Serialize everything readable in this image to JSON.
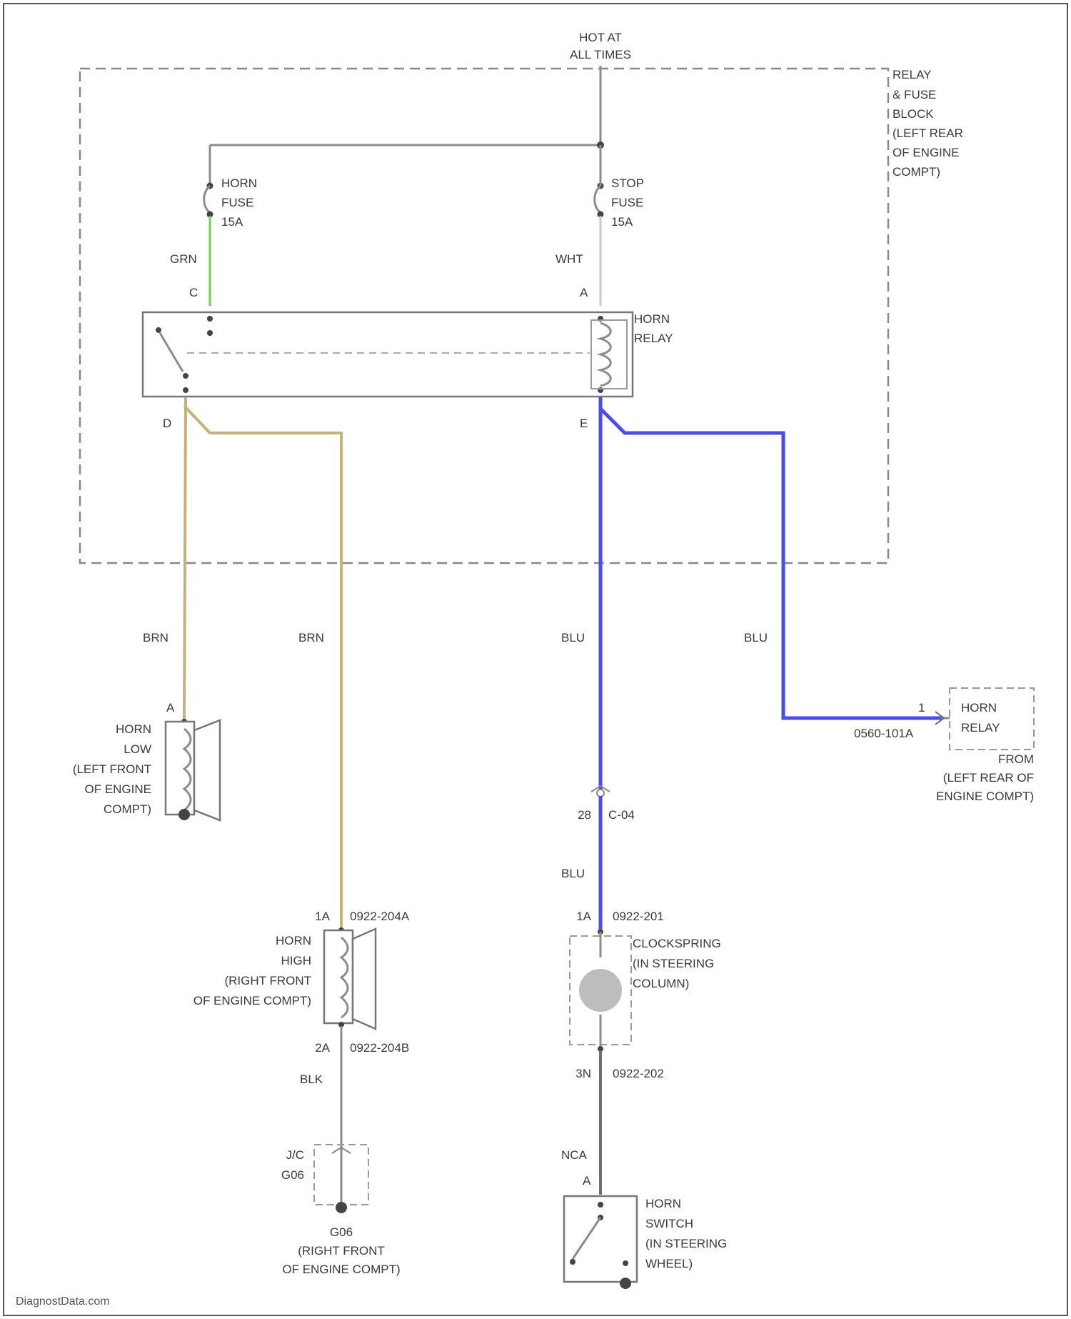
{
  "colors": {
    "grn": "#6fcf4a",
    "brn": "#c8b07a",
    "blu": "#4b4bf2",
    "blk": "#8c8c8c",
    "wht": "#cfcfcf"
  },
  "power": {
    "line1": "HOT AT",
    "line2": "ALL TIMES"
  },
  "relay_fuse_block": [
    "RELAY",
    "& FUSE",
    "BLOCK",
    "(LEFT REAR",
    "OF ENGINE",
    "COMPT)"
  ],
  "horn_fuse": [
    "HORN",
    "FUSE",
    "15A"
  ],
  "stop_fuse": [
    "STOP",
    "FUSE",
    "15A"
  ],
  "horn_relay": [
    "HORN",
    "RELAY"
  ],
  "terminals": {
    "c": "C",
    "a": "A",
    "d": "D",
    "e": "E"
  },
  "wire_labels": {
    "grn": "GRN",
    "wht": "WHT",
    "brn_left": "BRN",
    "brn_right": "BRN",
    "blu_center": "BLU",
    "blu_right": "BLU",
    "blu_lower": "BLU",
    "blk": "BLK",
    "nca": "NCA"
  },
  "horn_low": {
    "terminal": "A",
    "label": [
      "HORN",
      "LOW",
      "(LEFT FRONT",
      "OF ENGINE",
      "COMPT)"
    ]
  },
  "remote_relay": {
    "terminal": "1",
    "connector": "0560-101A",
    "label": [
      "HORN",
      "RELAY"
    ],
    "from": [
      "FROM",
      "(LEFT REAR OF",
      "ENGINE COMPT)"
    ]
  },
  "c04": {
    "pin": "28",
    "name": "C-04"
  },
  "horn_high": {
    "pin_top": "1A",
    "conn_top": "0922-204A",
    "pin_bottom": "2A",
    "conn_bottom": "0922-204B",
    "label": [
      "HORN",
      "HIGH",
      "(RIGHT FRONT",
      "OF ENGINE COMPT)"
    ]
  },
  "clockspring": {
    "pin_top": "1A",
    "conn_top": "0922-201",
    "pin_bottom": "3N",
    "conn_bottom": "0922-202",
    "label": [
      "CLOCKSPRING",
      "(IN STEERING",
      "COLUMN)"
    ]
  },
  "jc": {
    "label": [
      "J/C",
      "G06"
    ]
  },
  "ground": {
    "label": [
      "G06",
      "(RIGHT FRONT",
      "OF ENGINE COMPT)"
    ]
  },
  "horn_switch": {
    "terminal": "A",
    "label": [
      "HORN",
      "SWITCH",
      "(IN STEERING",
      "WHEEL)"
    ]
  },
  "watermark": "DiagnostData.com"
}
